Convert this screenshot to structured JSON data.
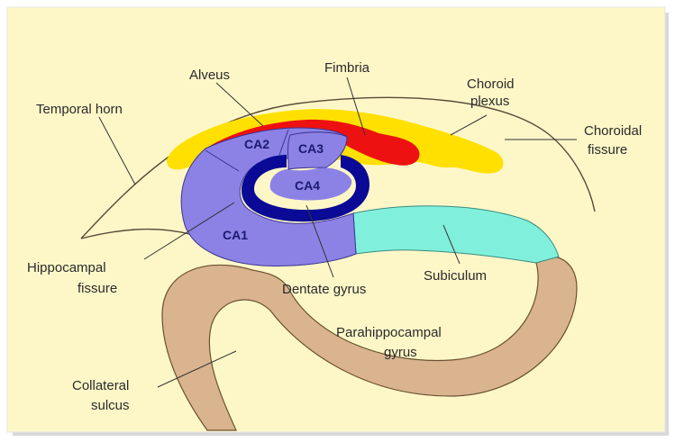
{
  "labels": {
    "temporal_horn": "Temporal horn",
    "alveus": "Alveus",
    "fimbria": "Fimbria",
    "choroid_plexus_1": "Choroid",
    "choroid_plexus_2": "plexus",
    "choroidal_fissure_1": "Choroidal",
    "choroidal_fissure_2": "fissure",
    "ca1": "CA1",
    "ca2": "CA2",
    "ca3": "CA3",
    "ca4": "CA4",
    "hippocampal_fissure_1": "Hippocampal",
    "hippocampal_fissure_2": "fissure",
    "dentate_gyrus": "Dentate gyrus",
    "subiculum": "Subiculum",
    "parahippocampal_gyrus_1": "Parahippocampal",
    "parahippocampal_gyrus_2": "gyrus",
    "collateral_sulcus_1": "Collateral",
    "collateral_sulcus_2": "sulcus"
  },
  "colors": {
    "background": "#fdf7c8",
    "ammon_horn": "#8c82e6",
    "dentate": "#0a0a96",
    "fimbria": "#ee1111",
    "choroid": "#ffe000",
    "subiculum": "#80f0dc",
    "parahippocampal": "#d9b48f"
  }
}
